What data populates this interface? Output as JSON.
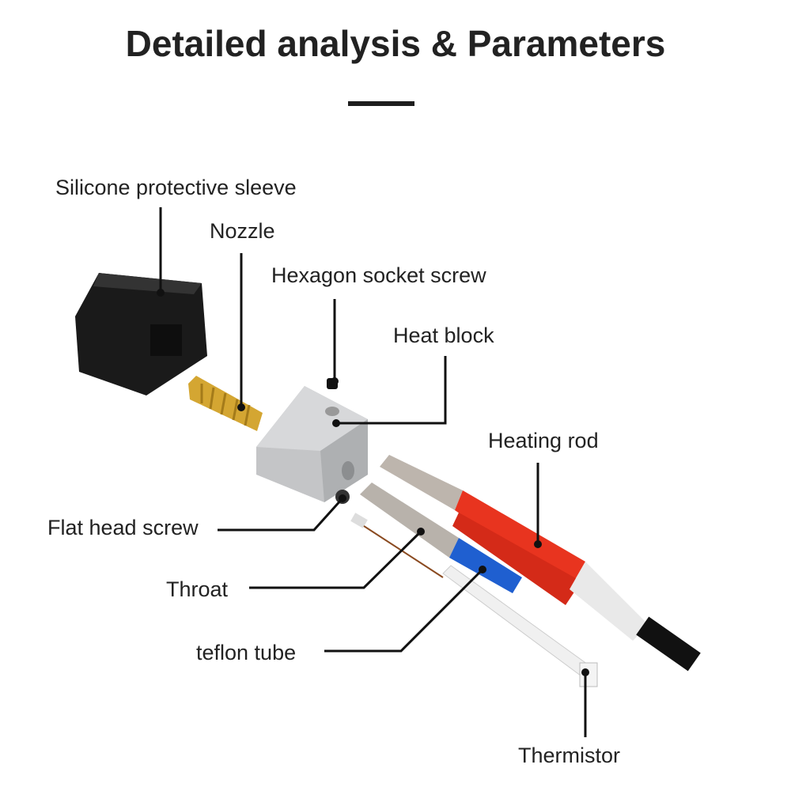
{
  "title": "Detailed analysis & Parameters",
  "labels": {
    "sleeve": "Silicone protective sleeve",
    "nozzle": "Nozzle",
    "hex_screw": "Hexagon socket screw",
    "heat_block": "Heat block",
    "heating_rod": "Heating rod",
    "flat_screw": "Flat head screw",
    "throat": "Throat",
    "teflon": "teflon tube",
    "thermistor": "Thermistor"
  },
  "colors": {
    "text": "#222222",
    "heating_rod": "#e8341f",
    "teflon": "#1f5fd0",
    "nozzle": "#d4a632",
    "block": "#c4c5c7"
  }
}
